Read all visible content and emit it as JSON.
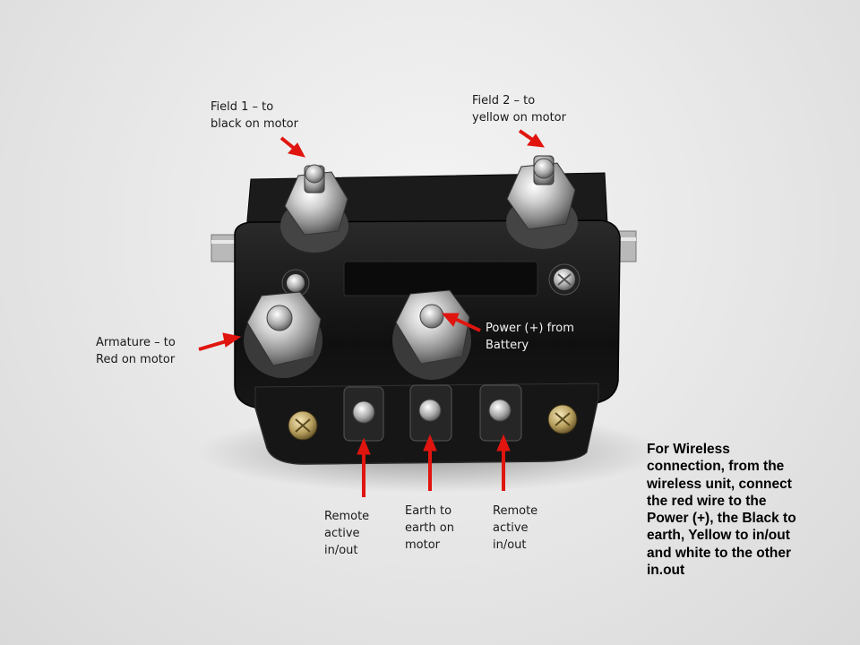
{
  "labels": {
    "field1": [
      "Field 1 – to",
      "black on motor"
    ],
    "field2": [
      "Field 2 – to",
      "yellow on motor"
    ],
    "armature": [
      "Armature  – to",
      "Red on motor"
    ],
    "power": [
      "Power (+) from",
      "Battery"
    ],
    "remote_left": [
      "Remote",
      "active",
      "in/out"
    ],
    "earth": [
      "Earth to",
      "earth on",
      "motor"
    ],
    "remote_right": [
      "Remote",
      "active",
      "in/out"
    ]
  },
  "note": [
    "For Wireless",
    "connection, from the",
    "wireless unit, connect",
    "the red wire to the",
    "Power (+), the Black to",
    "earth, Yellow to in/out",
    "and white to the other",
    "in.out"
  ],
  "colors": {
    "arrow": "#e0150f",
    "background": "#e6e6e6",
    "housing": "#121212"
  }
}
